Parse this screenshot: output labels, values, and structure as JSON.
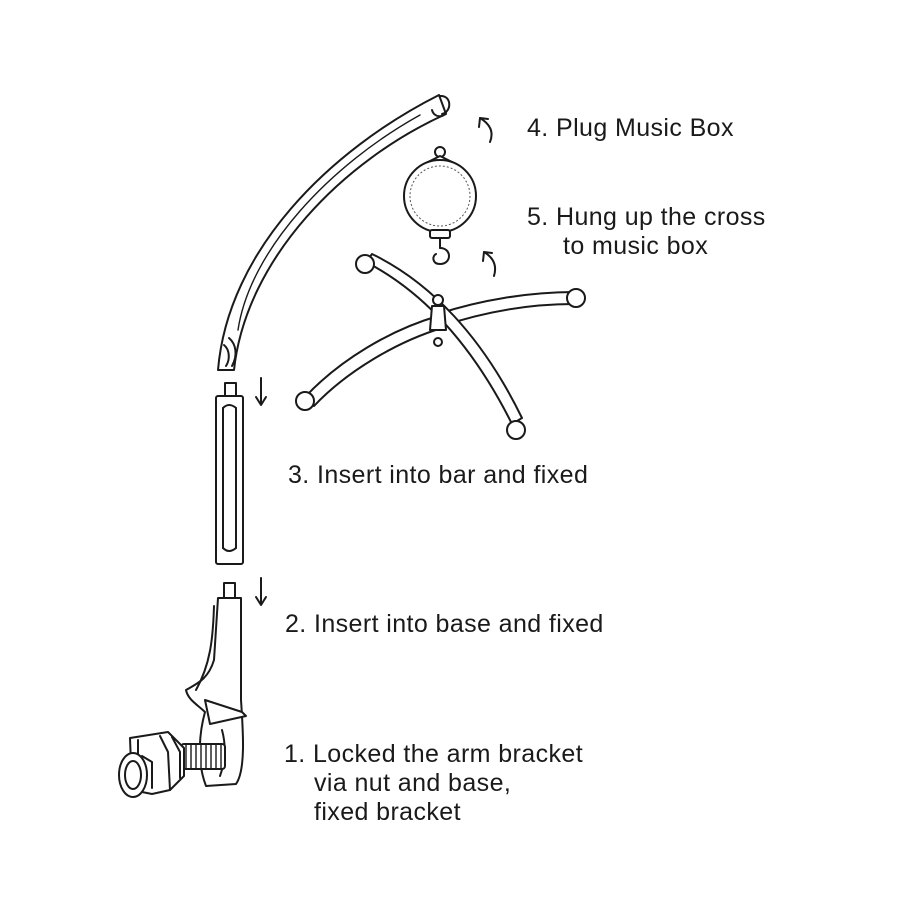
{
  "steps": {
    "step4": {
      "line1": "4. Plug  Music  Box"
    },
    "step5": {
      "line1": "5. Hung  up  the cross",
      "line2": "to music box"
    },
    "step3": {
      "line1": "3. Insert into bar and fixed"
    },
    "step2": {
      "line1": "2. Insert into base and fixed"
    },
    "step1": {
      "line1": "1. Locked the arm bracket",
      "line2": "via nut and base,",
      "line3": "fixed bracket"
    }
  },
  "colors": {
    "ink": "#1a1a1a",
    "background": "#ffffff"
  },
  "icons": [
    "curved-arrow-icon",
    "down-arrow-icon"
  ]
}
